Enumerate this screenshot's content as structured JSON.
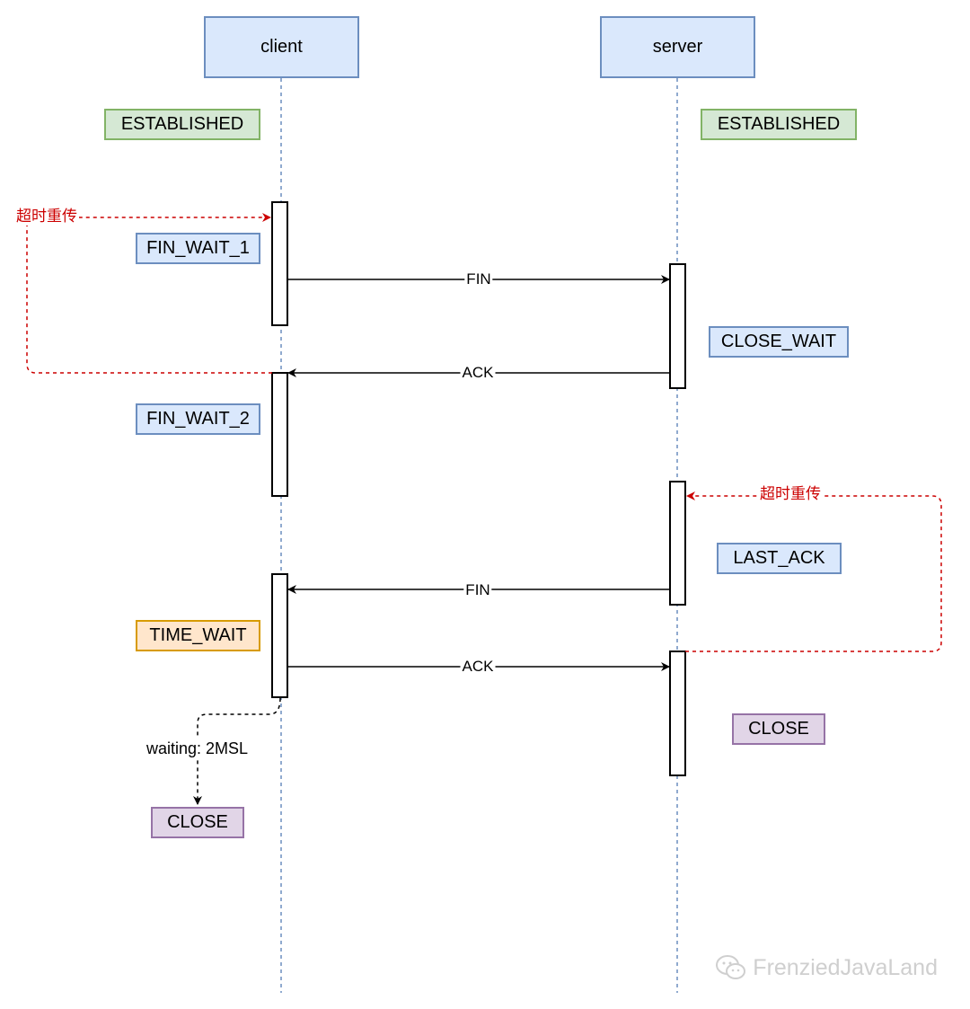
{
  "participants": {
    "client": "client",
    "server": "server"
  },
  "states": {
    "client_established": "ESTABLISHED",
    "server_established": "ESTABLISHED",
    "fin_wait_1": "FIN_WAIT_1",
    "close_wait": "CLOSE_WAIT",
    "fin_wait_2": "FIN_WAIT_2",
    "last_ack": "LAST_ACK",
    "time_wait": "TIME_WAIT",
    "server_close": "CLOSE",
    "client_close": "CLOSE"
  },
  "messages": {
    "fin_1": "FIN",
    "ack_1": "ACK",
    "fin_2": "FIN",
    "ack_2": "ACK"
  },
  "retransmit": {
    "client_label": "超时重传",
    "server_label": "超时重传",
    "color": "#cc0000"
  },
  "waiting_label": "waiting: 2MSL",
  "watermark": {
    "text": "FrenziedJavaLand",
    "icon": "wechat-icon"
  },
  "colors": {
    "participant_fill": "#dae8fc",
    "participant_border": "#6c8ebf",
    "established_fill": "#d5e8d4",
    "time_wait_fill": "#ffe6cc",
    "close_fill": "#e1d5e7"
  }
}
